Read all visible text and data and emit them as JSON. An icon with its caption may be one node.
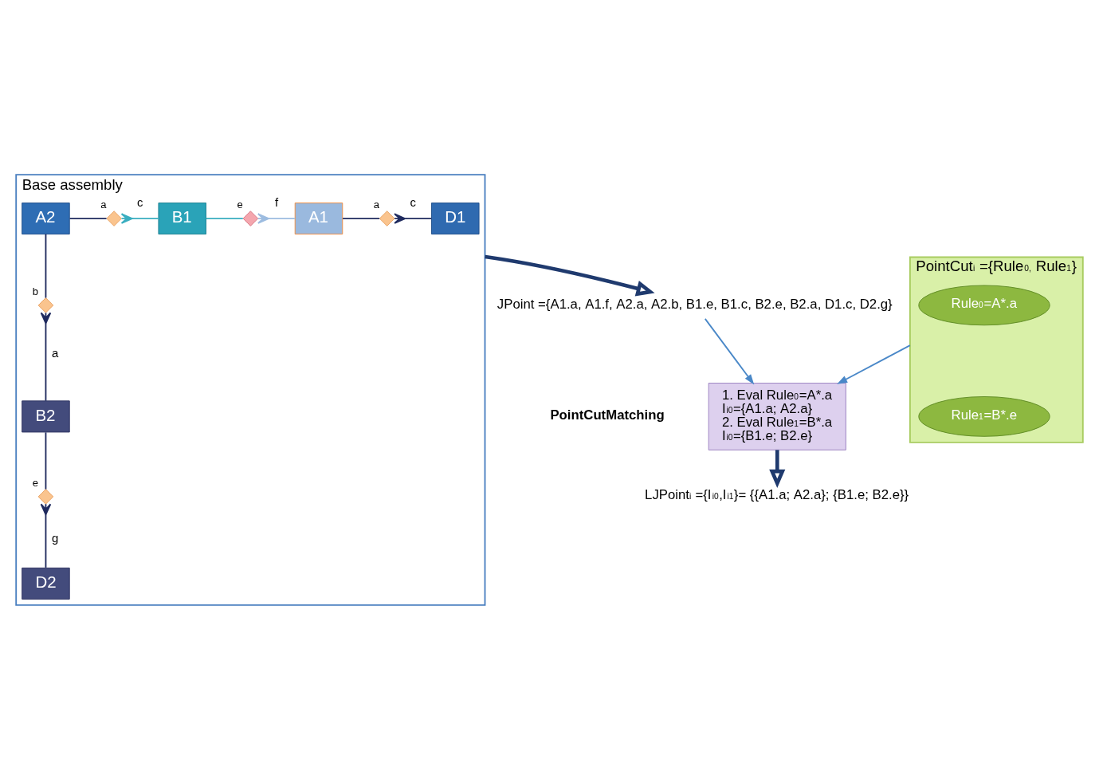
{
  "diagram": {
    "nodes": [
      {
        "text": [
          "Base assembly"
        ]
      },
      {
        "text": [
          "A2"
        ],
        "in": 0
      },
      {
        "text": [
          "B1"
        ],
        "in": 0
      },
      {
        "text": [
          "A1"
        ],
        "in": 0
      },
      {
        "text": [
          "D1"
        ],
        "in": 0
      },
      {
        "text": [
          "B2"
        ],
        "in": 0
      },
      {
        "text": [
          "D2"
        ],
        "in": 0
      },
      {
        "text": [],
        "shape": "diamond",
        "beside": [
          "a"
        ],
        "in": 0
      },
      {
        "text": [],
        "shape": "diamond",
        "beside": [
          "e"
        ],
        "in": 0
      },
      {
        "text": [],
        "shape": "diamond",
        "beside": [
          "a"
        ],
        "in": 0
      },
      {
        "text": [],
        "shape": "diamond",
        "beside": [
          "b"
        ],
        "in": 0
      },
      {
        "text": [],
        "shape": "diamond",
        "beside": [
          "e"
        ],
        "in": 0
      },
      {
        "text": [
          "JPoint ={A1.a, A1.f, A2.a, A2.b, B1.e, B1.c, B2.e, B2.a, D1.c, D2.g}"
        ]
      },
      {
        "text": [
          "PointCut$_{i}$ ={Rule$_{0,}$ Rule$_{1}$}"
        ]
      },
      {
        "text": [
          "Rule$_{0}$=A*.a"
        ],
        "in": 13
      },
      {
        "text": [
          "Rule$_{1}$=B*.e"
        ],
        "in": 13
      },
      {
        "text": [
          "1. Eval Rule$_{0}$=A*.a",
          "I$_{i0}$={A1.a; A2.a}",
          "2. Eval Rule$_{1}$=B*.a",
          "I$_{i0}$={B1.e; B2.e}"
        ]
      },
      {
        "text": [
          "LJPoint$_{i}$ ={I$_{i0}$,I$_{i1}$}= {{A1.a; A2.a}; {B1.e; B2.e}}"
        ]
      }
    ],
    "edges": [
      {
        "from": 1,
        "to": 7,
        "arrow": "none"
      },
      {
        "from": 7,
        "to": 2,
        "arrow": "other",
        "label": "c",
        "color": "#3aaec0"
      },
      {
        "from": 2,
        "to": 8,
        "arrow": "none",
        "color": "#3aaec0"
      },
      {
        "from": 8,
        "to": 3,
        "arrow": "other",
        "label": "f",
        "color": "#9dbce0"
      },
      {
        "from": 3,
        "to": 9,
        "arrow": "none"
      },
      {
        "from": 9,
        "to": 4,
        "arrow": "other",
        "label": "c"
      },
      {
        "from": 1,
        "to": 10,
        "arrow": "none"
      },
      {
        "from": 10,
        "to": 5,
        "arrow": "other",
        "label": "a"
      },
      {
        "from": 5,
        "to": 11,
        "arrow": "none"
      },
      {
        "from": 11,
        "to": 6,
        "arrow": "other",
        "label": "g"
      },
      {
        "from": 0,
        "to": 12,
        "arrow": "to",
        "style": "thick",
        "color": "#1f3a6e"
      },
      {
        "from": 12,
        "to": 16,
        "arrow": "to",
        "color": "#4a88c8"
      },
      {
        "from": 13,
        "to": 16,
        "arrow": "to",
        "color": "#4a88c8"
      },
      {
        "from": 16,
        "to": 17,
        "arrow": "to",
        "style": "thick",
        "color": "#1f3a6e"
      }
    ],
    "labels": [
      "PointCutMatching"
    ]
  }
}
